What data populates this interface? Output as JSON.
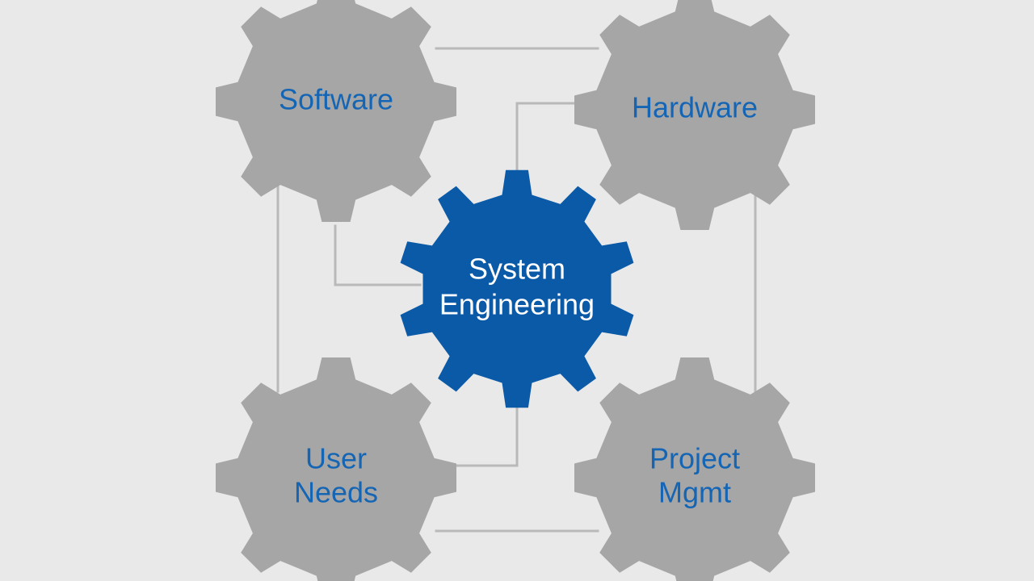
{
  "colors": {
    "background": "#e9e9e9",
    "gear_gray": "#a6a6a6",
    "gear_blue": "#0b5aa8",
    "label_blue": "#1565b5",
    "label_white": "#ffffff",
    "connector": "#b9b9b9"
  },
  "diagram": {
    "center": {
      "name": "system-engineering",
      "lines": [
        "System",
        "Engineering"
      ]
    },
    "nodes": [
      {
        "name": "software",
        "lines": [
          "Software"
        ]
      },
      {
        "name": "hardware",
        "lines": [
          "Hardware"
        ]
      },
      {
        "name": "user-needs",
        "lines": [
          "User",
          "Needs"
        ]
      },
      {
        "name": "project-mgmt",
        "lines": [
          "Project",
          "Mgmt"
        ]
      }
    ]
  }
}
